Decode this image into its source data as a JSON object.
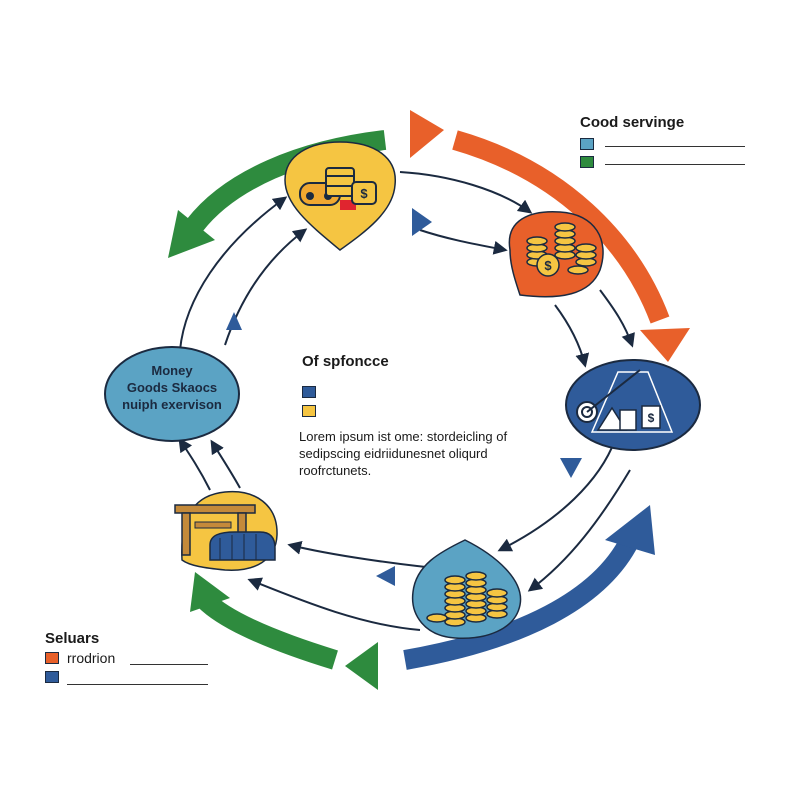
{
  "colors": {
    "green": "#2e8b3e",
    "orange": "#e8602a",
    "blue": "#2f5b9a",
    "yellow": "#f5c542",
    "lightblue": "#5ba3c4",
    "darknavy": "#1b2a40"
  },
  "legend_top": {
    "title": "Cood servinge",
    "items": [
      {
        "color": "#5ba3c4",
        "label": ""
      },
      {
        "color": "#2e8b3e",
        "label": ""
      }
    ]
  },
  "legend_bottom": {
    "title": "Seluars",
    "items": [
      {
        "color": "#e8602a",
        "label": "rrodrion"
      },
      {
        "color": "#2f5b9a",
        "label": ""
      }
    ]
  },
  "center": {
    "title": "Of spfoncce",
    "swatches": [
      "#2f5b9a",
      "#f5c542"
    ],
    "text_lines": [
      "Lorem ipsum ist ome: stordeicling of",
      "sedipscing eidriidunesnet oliqurd",
      "roofrctunets."
    ]
  },
  "money_node": {
    "lines": [
      "Money",
      "Goods Skaocs",
      "nuiph exervison"
    ]
  },
  "nodes": [
    {
      "id": "top-node",
      "icon": "factory-coins-icon"
    },
    {
      "id": "right-top-node",
      "icon": "coin-stack-icon"
    },
    {
      "id": "right-node",
      "icon": "target-cards-icon"
    },
    {
      "id": "bottom-node",
      "icon": "coin-stack-icon"
    },
    {
      "id": "left-bottom-node",
      "icon": "warehouse-icon"
    }
  ]
}
